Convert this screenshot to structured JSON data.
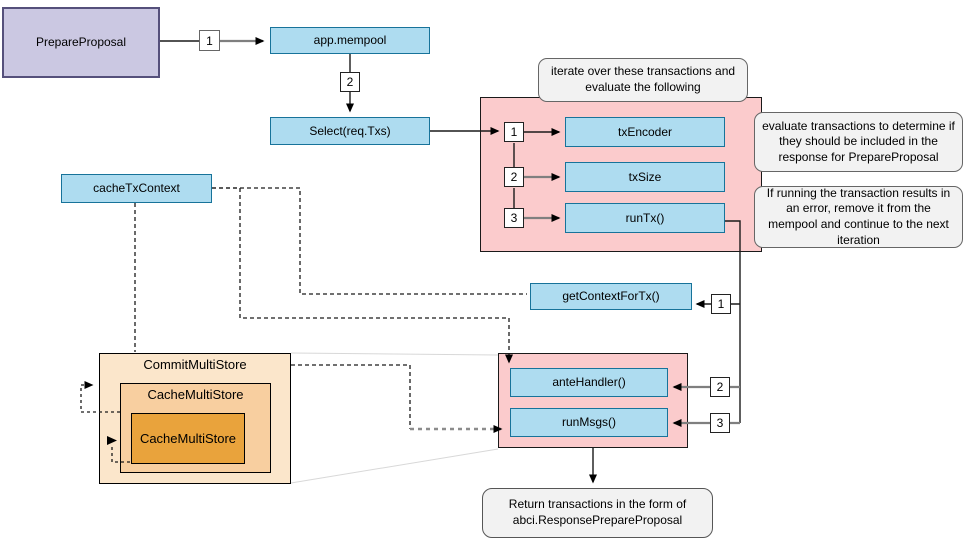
{
  "nodes": {
    "prepare_proposal": "PrepareProposal",
    "app_mempool": "app.mempool",
    "select_req_txs": "Select(req.Txs)",
    "tx_encoder": "txEncoder",
    "tx_size": "txSize",
    "run_tx": "runTx()",
    "cache_tx_context": "cacheTxContext",
    "get_context_for_tx": "getContextForTx()",
    "ante_handler": "anteHandler()",
    "run_msgs": "runMsgs()",
    "commit_multi_store": "CommitMultiStore",
    "cache_multi_store": "CacheMultiStore",
    "cache_multi_store_inner": "CacheMultiStore"
  },
  "annotations": {
    "iterate": "iterate over these transactions and evaluate the following",
    "evaluate": "evaluate transactions to determine if they should be included in the response for PrepareProposal",
    "on_error": "If running the transaction results in an error, remove it from the mempool and continue to the next iteration",
    "return_note": "Return transactions in the form of abci.ResponsePrepareProposal"
  },
  "step_numbers": {
    "flow_1": "1",
    "flow_2": "2",
    "iter_1": "1",
    "iter_2": "2",
    "iter_3": "3",
    "runtx_1": "1",
    "runtx_2": "2",
    "runtx_3": "3"
  },
  "colors": {
    "node_blue_fill": "#AEDCF0",
    "node_blue_stroke": "#17739A",
    "purple_fill": "#CBC8E2",
    "purple_stroke": "#55507B",
    "pink_container_fill": "#FBCBCC",
    "store_outer_fill": "#FBE6CB",
    "store_mid_fill": "#F8CFA0",
    "store_inner_fill": "#E9A33C",
    "annotation_fill": "#F2F2F2",
    "annotation_stroke": "#666666",
    "edge_dark": "#1A1A1A",
    "edge_gray": "#7F7F7F"
  }
}
